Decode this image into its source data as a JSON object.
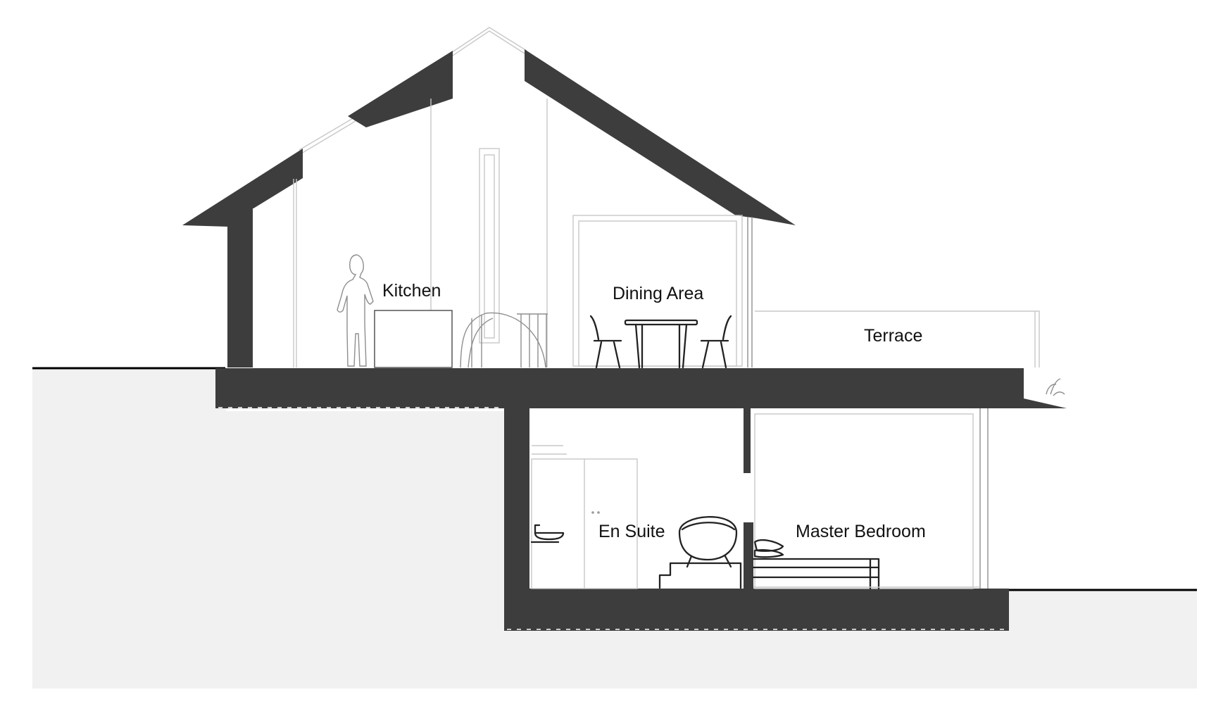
{
  "section": {
    "rooms": [
      {
        "id": "kitchen",
        "label": "Kitchen"
      },
      {
        "id": "dining-area",
        "label": "Dining Area"
      },
      {
        "id": "terrace",
        "label": "Terrace"
      },
      {
        "id": "en-suite",
        "label": "En Suite"
      },
      {
        "id": "master-bedroom",
        "label": "Master Bedroom"
      }
    ]
  },
  "colors": {
    "structure": "#3d3d3d",
    "earth": "#f1f1f1",
    "line_light": "#c8c8c8",
    "text": "#111111"
  }
}
